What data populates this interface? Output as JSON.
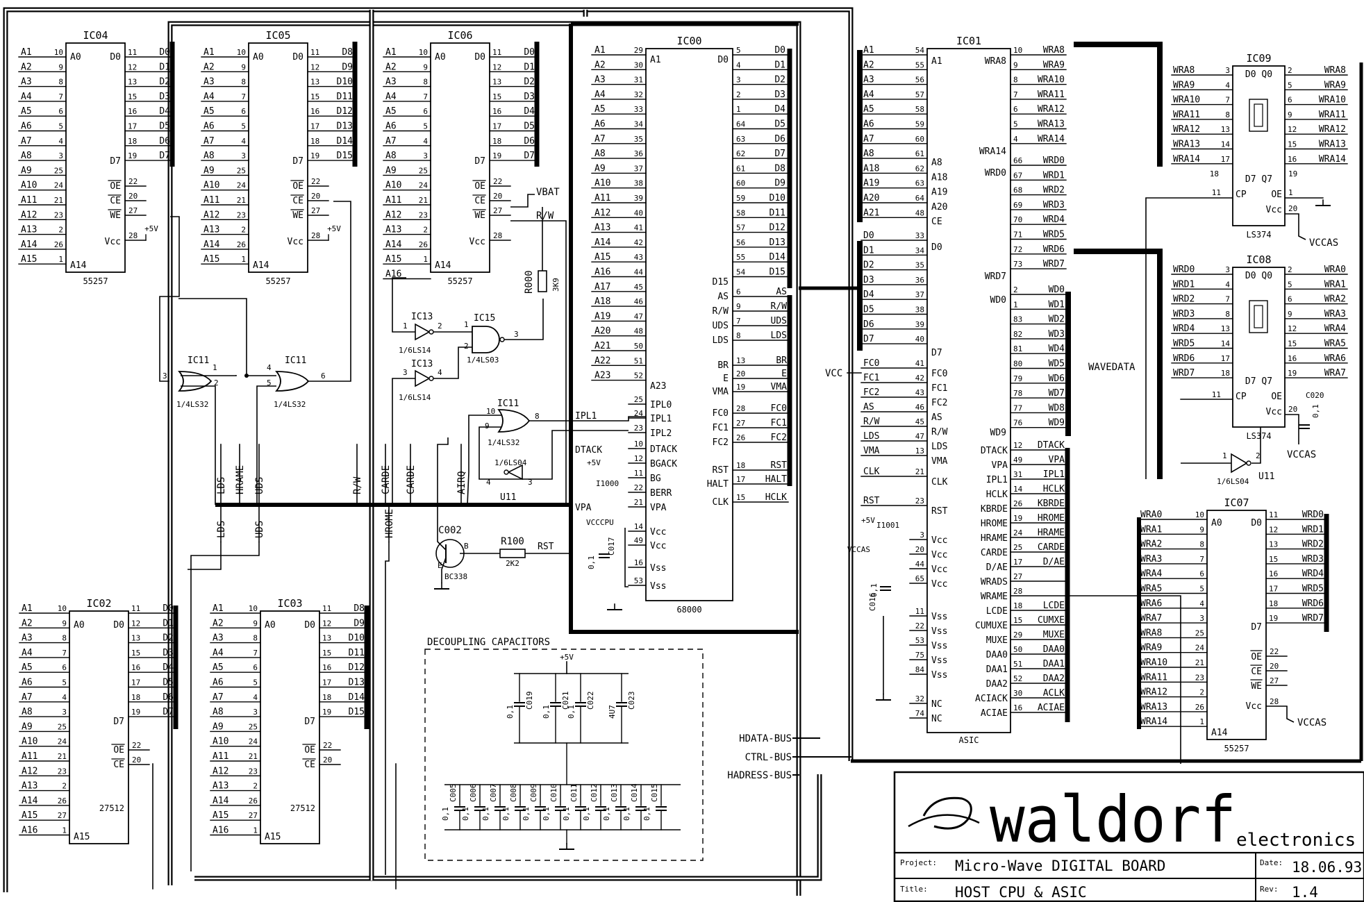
{
  "title_block": {
    "logo_word": "waldorf",
    "logo_sub": "electronics",
    "project_label": "Project:",
    "project": "Micro-Wave DIGITAL BOARD",
    "title_label": "Title:",
    "title": "HOST CPU & ASIC",
    "date_label": "Date:",
    "date": "18.06.93",
    "rev_label": "Rev:",
    "rev": "1.4"
  },
  "decoupling": {
    "label": "DECOUPLING CAPACITORS",
    "supply": "+5V",
    "top_caps": [
      "C019",
      "C021",
      "C022",
      "C023"
    ],
    "top_vals": [
      "0,1",
      "0,1",
      "0,1",
      "4U7"
    ],
    "bottom_caps": [
      "C005",
      "C006",
      "C007",
      "C008",
      "C009",
      "C010",
      "C011",
      "C012",
      "C013",
      "C014",
      "C015"
    ],
    "cap_val": "0,1"
  },
  "buses": {
    "hdata": "HDATA-BUS",
    "ctrl": "CTRL-BUS",
    "hadress": "HADRESS-BUS",
    "wavedata": "WAVEDATA"
  },
  "chips": {
    "ic04": {
      "ref": "IC04",
      "part": "55257",
      "a0": "A0",
      "d0": "D0",
      "d7": "D7",
      "a14": "A14",
      "vcc": "Vcc",
      "left": [
        "A1",
        "A2",
        "A3",
        "A4",
        "A5",
        "A6",
        "A7",
        "A8",
        "A9",
        "A10",
        "A11",
        "A12",
        "A13",
        "A14",
        "A15"
      ],
      "left_pins": [
        "10",
        "9",
        "8",
        "7",
        "6",
        "5",
        "4",
        "3",
        "25",
        "24",
        "21",
        "23",
        "2",
        "26",
        "1"
      ],
      "right": [
        "D0",
        "D1",
        "D2",
        "D3",
        "D4",
        "D5",
        "D6",
        "D7"
      ],
      "right_pins": [
        "11",
        "12",
        "13",
        "15",
        "16",
        "17",
        "18",
        "19"
      ],
      "ctl": [
        "OE",
        "CE",
        "WE"
      ],
      "ctl_pins": [
        "22",
        "20",
        "27"
      ],
      "vcc_pin": "28",
      "supply": "+5V"
    },
    "ic05": {
      "ref": "IC05",
      "part": "55257",
      "a0": "A0",
      "d0": "D0",
      "d7": "D7",
      "a14": "A14",
      "vcc": "Vcc",
      "left": [
        "A1",
        "A2",
        "A3",
        "A4",
        "A5",
        "A6",
        "A7",
        "A8",
        "A9",
        "A10",
        "A11",
        "A12",
        "A13",
        "A14",
        "A15"
      ],
      "left_pins": [
        "10",
        "9",
        "8",
        "7",
        "6",
        "5",
        "4",
        "3",
        "25",
        "24",
        "21",
        "23",
        "2",
        "26",
        "1"
      ],
      "right": [
        "D8",
        "D9",
        "D10",
        "D11",
        "D12",
        "D13",
        "D14",
        "D15"
      ],
      "right_pins": [
        "11",
        "12",
        "13",
        "15",
        "16",
        "17",
        "18",
        "19"
      ],
      "ctl": [
        "OE",
        "CE",
        "WE"
      ],
      "ctl_pins": [
        "22",
        "20",
        "27"
      ],
      "vcc_pin": "28",
      "supply": "+5V"
    },
    "ic06": {
      "ref": "IC06",
      "part": "55257",
      "a0": "A0",
      "d0": "D0",
      "d7": "D7",
      "a14": "A14",
      "vcc": "Vcc",
      "left": [
        "A1",
        "A2",
        "A3",
        "A4",
        "A5",
        "A6",
        "A7",
        "A8",
        "A9",
        "A10",
        "A11",
        "A12",
        "A13",
        "A14",
        "A15",
        "A16"
      ],
      "left_pins": [
        "10",
        "9",
        "8",
        "7",
        "6",
        "5",
        "4",
        "3",
        "25",
        "24",
        "21",
        "23",
        "2",
        "26",
        "1",
        ""
      ],
      "right": [
        "D0",
        "D1",
        "D2",
        "D3",
        "D4",
        "D5",
        "D6",
        "D7"
      ],
      "right_pins": [
        "11",
        "12",
        "13",
        "15",
        "16",
        "17",
        "18",
        "19"
      ],
      "ctl": [
        "OE",
        "CE",
        "WE"
      ],
      "ctl_pins": [
        "22",
        "20",
        "27"
      ],
      "vcc_pin": "28",
      "vbat": "VBAT",
      "rw": "R/W"
    },
    "ic00": {
      "ref": "IC00",
      "part": "68000",
      "a1": "A1",
      "d0": "D0",
      "d15": "D15",
      "left": [
        "A1",
        "A2",
        "A3",
        "A4",
        "A5",
        "A6",
        "A7",
        "A8",
        "A9",
        "A10",
        "A11",
        "A12",
        "A13",
        "A14",
        "A15",
        "A16",
        "A17",
        "A18",
        "A19",
        "A20",
        "A21",
        "A22",
        "A23"
      ],
      "left_pins": [
        "29",
        "30",
        "31",
        "32",
        "33",
        "34",
        "35",
        "36",
        "37",
        "38",
        "39",
        "40",
        "41",
        "42",
        "43",
        "44",
        "45",
        "46",
        "47",
        "48",
        "50",
        "51",
        "52"
      ],
      "right": [
        "D0",
        "D1",
        "D2",
        "D3",
        "D4",
        "D5",
        "D6",
        "D7",
        "D8",
        "D9",
        "D10",
        "D11",
        "D12",
        "D13",
        "D14",
        "D15"
      ],
      "right_pins": [
        "5",
        "4",
        "3",
        "2",
        "1",
        "64",
        "63",
        "62",
        "61",
        "60",
        "59",
        "58",
        "57",
        "56",
        "55",
        "54"
      ],
      "right_ctl": [
        "AS",
        "R/W",
        "UDS",
        "LDS",
        "BR",
        "E",
        "VMA",
        "FC0",
        "FC1",
        "FC2",
        "RST",
        "HALT",
        "HCLK"
      ],
      "right_ctl_pins": [
        "6",
        "9",
        "7",
        "8",
        "13",
        "20",
        "19",
        "28",
        "27",
        "26",
        "18",
        "17",
        "15"
      ],
      "inner_right": [
        "AS",
        "R/W",
        "UDS",
        "LDS",
        "BR",
        "E",
        "VMA",
        "FC0",
        "FC1",
        "FC2",
        "RST",
        "HALT",
        "CLK"
      ],
      "inner_left": [
        "IPL0",
        "IPL1",
        "IPL2",
        "DTACK",
        "BGACK",
        "BG",
        "BERR",
        "VPA",
        "Vcc",
        "Vcc",
        "Vss",
        "Vss"
      ],
      "inner_left_pins": [
        "25",
        "24",
        "23",
        "10",
        "12",
        "11",
        "22",
        "21",
        "14",
        "49",
        "16",
        "53"
      ],
      "outer_left": [
        "IPL1",
        "DTACK",
        "VPA"
      ],
      "supply": "+5V",
      "r_ref": "I1000",
      "vcccpu": "VCCCPU",
      "cap": "C017",
      "cap_val": "0,1"
    },
    "ic01": {
      "ref": "IC01",
      "part": "ASIC",
      "a1": "A1",
      "wra8": "WRA8",
      "wra14": "WRA14",
      "wrd0": "WRD0",
      "wrd7": "WRD7",
      "wd0": "WD0",
      "wd9": "WD9",
      "left": [
        "A1",
        "A2",
        "A3",
        "A4",
        "A5",
        "A6",
        "A7",
        "A8",
        "A18",
        "A19",
        "A20",
        "A21"
      ],
      "left_pins": [
        "54",
        "55",
        "56",
        "57",
        "58",
        "59",
        "60",
        "61",
        "62",
        "63",
        "64",
        "48"
      ],
      "inner_left_a": [
        "A8",
        "A18",
        "A19",
        "A20",
        "CE"
      ],
      "data_left": [
        "D0",
        "D1",
        "D2",
        "D3",
        "D4",
        "D5",
        "D6",
        "D7"
      ],
      "data_left_pins": [
        "33",
        "34",
        "35",
        "36",
        "37",
        "38",
        "39",
        "40"
      ],
      "inner_d": [
        "D0",
        "D7"
      ],
      "ctl_left": [
        "FC0",
        "FC1",
        "FC2",
        "AS",
        "R/W",
        "LDS",
        "VMA",
        "CLK",
        "RST"
      ],
      "ctl_left_pins": [
        "41",
        "42",
        "43",
        "46",
        "45",
        "47",
        "13",
        "21",
        "23"
      ],
      "inner_ctl": [
        "FC0",
        "FC1",
        "FC2",
        "AS",
        "R/W",
        "LDS",
        "VMA",
        "CLK",
        "RST"
      ],
      "pwr": [
        "Vcc",
        "Vcc",
        "Vcc",
        "Vcc",
        "Vss",
        "Vss",
        "Vss",
        "Vss",
        "Vss",
        "NC",
        "NC"
      ],
      "pwr_pins": [
        "3",
        "20",
        "44",
        "65",
        "11",
        "22",
        "53",
        "75",
        "84",
        "32",
        "74"
      ],
      "wra": [
        "WRA8",
        "WRA9",
        "WRA10",
        "WRA11",
        "WRA12",
        "WRA13",
        "WRA14"
      ],
      "wra_pins": [
        "10",
        "9",
        "8",
        "7",
        "6",
        "5",
        "4"
      ],
      "wrd": [
        "WRD0",
        "WRD1",
        "WRD2",
        "WRD3",
        "WRD4",
        "WRD5",
        "WRD6",
        "WRD7"
      ],
      "wrd_pins": [
        "66",
        "67",
        "68",
        "69",
        "70",
        "71",
        "72",
        "73"
      ],
      "wd": [
        "WD0",
        "WD1",
        "WD2",
        "WD3",
        "WD4",
        "WD5",
        "WD6",
        "WD7",
        "WD8",
        "WD9"
      ],
      "wd_pins": [
        "2",
        "1",
        "83",
        "82",
        "81",
        "80",
        "79",
        "78",
        "77",
        "76"
      ],
      "right_ctl": [
        "DTACK",
        "VPA",
        "IPL1",
        "HCLK",
        "KBRDE",
        "HROME",
        "HRAME",
        "CARDE",
        "D/AE",
        "WRADS",
        "WRAME",
        "LCDE",
        "CUMUXE",
        "MUXE",
        "DAA0",
        "DAA1",
        "DAA2",
        "ACIACK",
        "ACIAE"
      ],
      "right_ctl_pins": [
        "12",
        "49",
        "31",
        "14",
        "26",
        "19",
        "24",
        "25",
        "17",
        "27",
        "28",
        "18",
        "15",
        "29",
        "50",
        "51",
        "52",
        "30",
        "16"
      ],
      "outer_right": [
        "DTACK",
        "VPA",
        "IPL1",
        "HCLK",
        "KBRDE",
        "HROME",
        "HRAME",
        "CARDE",
        "D/AE",
        "",
        "",
        "LCDE",
        "CUMXE",
        "MUXE",
        "DAA0",
        "DAA1",
        "DAA2",
        "ACLK",
        "ACIAE"
      ],
      "vcc_net": "VCC",
      "r_ref": "I1001",
      "vccas": "VCCAS",
      "supply": "+5V",
      "cap": "C016",
      "cap_val": "0,1"
    },
    "ic09": {
      "ref": "IC09",
      "part": "LS374",
      "d0q0": "D0 Q0",
      "d7q7": "D7 Q7",
      "cp": "CP",
      "oe": "OE",
      "vcc": "Vcc",
      "left": [
        "WRA8",
        "WRA9",
        "WRA10",
        "WRA11",
        "WRA12",
        "WRA13",
        "WRA14"
      ],
      "left_pins": [
        "3",
        "4",
        "7",
        "8",
        "13",
        "14",
        "17"
      ],
      "right": [
        "WRA8",
        "WRA9",
        "WRA10",
        "WRA11",
        "WRA12",
        "WRA13",
        "WRA14"
      ],
      "right_pins": [
        "2",
        "5",
        "6",
        "9",
        "12",
        "15",
        "16"
      ],
      "pins_misc": [
        "18",
        "11",
        "19",
        "1",
        "20"
      ],
      "vccas": "VCCAS"
    },
    "ic08": {
      "ref": "IC08",
      "part": "LS374",
      "d0q0": "D0 Q0",
      "d7q7": "D7 Q7",
      "cp": "CP",
      "oe": "OE",
      "vcc": "Vcc",
      "left": [
        "WRD0",
        "WRD1",
        "WRD2",
        "WRD3",
        "WRD4",
        "WRD5",
        "WRD6",
        "WRD7"
      ],
      "left_pins": [
        "3",
        "4",
        "7",
        "8",
        "13",
        "14",
        "17",
        "18"
      ],
      "right": [
        "WRA0",
        "WRA1",
        "WRA2",
        "WRA3",
        "WRA4",
        "WRA5",
        "WRA6",
        "WRA7"
      ],
      "right_pins": [
        "2",
        "5",
        "6",
        "9",
        "12",
        "15",
        "16",
        "19"
      ],
      "pins_misc": [
        "11",
        "20"
      ],
      "cap": "C020",
      "cap_val": "0,1",
      "vccas": "VCCAS"
    },
    "ic07": {
      "ref": "IC07",
      "part": "55257",
      "a0": "A0",
      "d0": "D0",
      "d7": "D7",
      "a14": "A14",
      "vcc": "Vcc",
      "left": [
        "WRA0",
        "WRA1",
        "WRA2",
        "WRA3",
        "WRA4",
        "WRA5",
        "WRA6",
        "WRA7",
        "WRA8",
        "WRA9",
        "WRA10",
        "WRA11",
        "WRA12",
        "WRA13",
        "WRA14"
      ],
      "left_pins": [
        "10",
        "9",
        "8",
        "7",
        "6",
        "5",
        "4",
        "3",
        "25",
        "24",
        "21",
        "23",
        "2",
        "26",
        "1"
      ],
      "right": [
        "WRD0",
        "WRD1",
        "WRD2",
        "WRD3",
        "WRD4",
        "WRD5",
        "WRD6",
        "WRD7"
      ],
      "right_pins": [
        "11",
        "12",
        "13",
        "15",
        "16",
        "17",
        "18",
        "19"
      ],
      "ctl": [
        "OE",
        "CE",
        "WE"
      ],
      "ctl_pins": [
        "22",
        "20",
        "27"
      ],
      "vcc_pin": "28",
      "vccas": "VCCAS"
    },
    "ic02": {
      "ref": "IC02",
      "part": "27512",
      "a0": "A0",
      "d0": "D0",
      "d7": "D7",
      "a15": "A15",
      "left": [
        "A1",
        "A2",
        "A3",
        "A4",
        "A5",
        "A6",
        "A7",
        "A8",
        "A9",
        "A10",
        "A11",
        "A12",
        "A13",
        "A14",
        "A15",
        "A16"
      ],
      "left_pins": [
        "10",
        "9",
        "8",
        "7",
        "6",
        "5",
        "4",
        "3",
        "25",
        "24",
        "21",
        "23",
        "2",
        "26",
        "27",
        "1"
      ],
      "right": [
        "D0",
        "D1",
        "D2",
        "D3",
        "D4",
        "D5",
        "D6",
        "D7"
      ],
      "right_pins": [
        "11",
        "12",
        "13",
        "15",
        "16",
        "17",
        "18",
        "19"
      ],
      "ctl": [
        "OE",
        "CE"
      ],
      "ctl_pins": [
        "22",
        "20"
      ]
    },
    "ic03": {
      "ref": "IC03",
      "part": "27512",
      "a0": "A0",
      "d0": "D0",
      "d7": "D7",
      "a15": "A15",
      "left": [
        "A1",
        "A2",
        "A3",
        "A4",
        "A5",
        "A6",
        "A7",
        "A8",
        "A9",
        "A10",
        "A11",
        "A12",
        "A13",
        "A14",
        "A15",
        "A16"
      ],
      "left_pins": [
        "10",
        "9",
        "8",
        "7",
        "6",
        "5",
        "4",
        "3",
        "25",
        "24",
        "21",
        "23",
        "2",
        "26",
        "27",
        "1"
      ],
      "right": [
        "D8",
        "D9",
        "D10",
        "D11",
        "D12",
        "D13",
        "D14",
        "D15"
      ],
      "right_pins": [
        "11",
        "12",
        "13",
        "15",
        "16",
        "17",
        "18",
        "19"
      ],
      "ctl": [
        "OE",
        "CE"
      ],
      "ctl_pins": [
        "22",
        "20"
      ]
    }
  },
  "logic": {
    "ic11a": {
      "ref": "IC11",
      "part": "1/4LS32",
      "pins": [
        "1",
        "2",
        "3"
      ]
    },
    "ic11b": {
      "ref": "IC11",
      "part": "1/4LS32",
      "pins": [
        "4",
        "5",
        "6"
      ]
    },
    "ic11c": {
      "ref": "IC11",
      "part": "1/4LS32",
      "pins": [
        "10",
        "9",
        "8"
      ]
    },
    "ic13a": {
      "ref": "IC13",
      "part": "1/6LS14",
      "pins": [
        "1",
        "2"
      ]
    },
    "ic13b": {
      "ref": "IC13",
      "part": "1/6LS14",
      "pins": [
        "3",
        "4"
      ]
    },
    "ic15": {
      "ref": "IC15",
      "part": "1/4LS03",
      "pins": [
        "1",
        "2",
        "3"
      ]
    },
    "u11a": {
      "ref": "U11",
      "part": "1/6LS04",
      "pins": [
        "4",
        "3"
      ]
    },
    "u11b": {
      "ref": "U11",
      "part": "1/6LS04",
      "pins": [
        "1",
        "2"
      ]
    },
    "r000": {
      "ref": "R000",
      "val": "3K9"
    },
    "r100": {
      "ref": "R100",
      "val": "2K2",
      "net": "RST"
    },
    "c002": {
      "ref": "C002",
      "part": "BC338",
      "e": "E",
      "b": "B"
    }
  },
  "bus_drops": [
    "LDS",
    "HRAME",
    "UDS",
    "R/W",
    "CARDE",
    "CARDE",
    "AIRQ"
  ],
  "bus_drops_low": [
    "LDS",
    "UDS",
    "HROME"
  ],
  "colors": {
    "ink": "#000000",
    "paper": "#ffffff"
  }
}
